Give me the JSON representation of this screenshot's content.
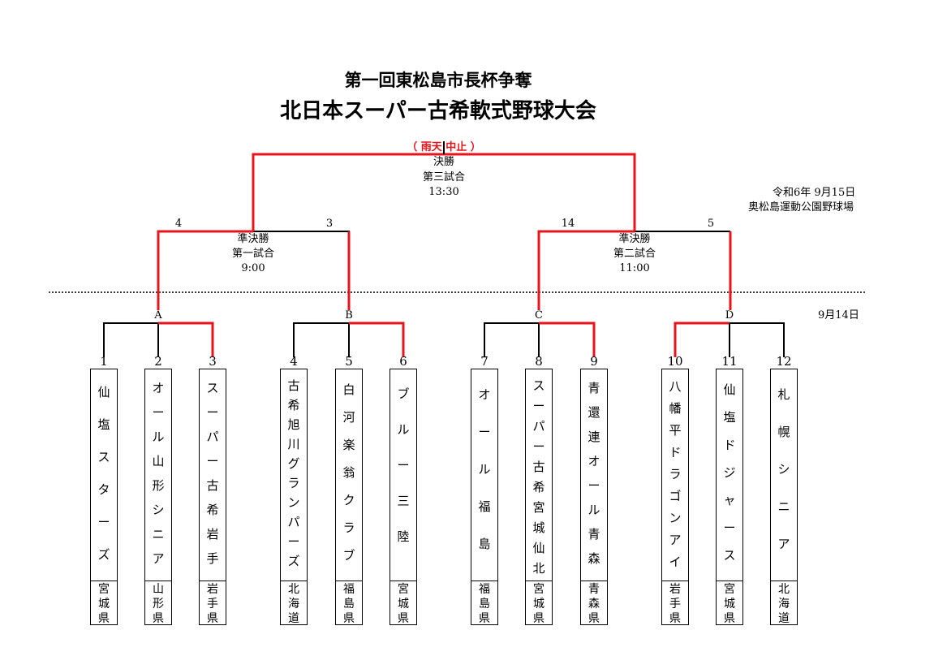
{
  "title_line1": "第一回東松島市長杯争奪",
  "title_line2": "北日本スーパー古希軟式野球大会",
  "final": {
    "status": "（ 雨天 中止 ）",
    "label": "決勝",
    "game": "第三試合",
    "time": "13:30"
  },
  "semi1": {
    "label": "準決勝",
    "game": "第一試合",
    "time": "9:00",
    "score_left": "4",
    "score_right": "3"
  },
  "semi2": {
    "label": "準決勝",
    "game": "第二試合",
    "time": "11:00",
    "score_left": "14",
    "score_right": "5"
  },
  "day2": {
    "date": "令和6年 9月15日",
    "venue": "奥松島運動公園野球場"
  },
  "day1": {
    "date": "9月14日"
  },
  "groups": [
    "A",
    "B",
    "C",
    "D"
  ],
  "teams": [
    {
      "num": "1",
      "name": "仙塩スターズ",
      "pref": "宮城県"
    },
    {
      "num": "2",
      "name": "オール山形シニア",
      "pref": "山形県"
    },
    {
      "num": "3",
      "name": "スーパー古希岩手",
      "pref": "岩手県"
    },
    {
      "num": "4",
      "name": "古希旭川グランパーズ",
      "pref": "北海道"
    },
    {
      "num": "5",
      "name": "白河楽翁クラブ",
      "pref": "福島県"
    },
    {
      "num": "6",
      "name": "ブルー三陸",
      "pref": "宮城県"
    },
    {
      "num": "7",
      "name": "オール福島",
      "pref": "福島県"
    },
    {
      "num": "8",
      "name": "スーパー古希宮城仙北",
      "pref": "宮城県"
    },
    {
      "num": "9",
      "name": "青還連オール青森",
      "pref": "青森県"
    },
    {
      "num": "10",
      "name": "八幡平ドラゴンアイ",
      "pref": "岩手県"
    },
    {
      "num": "11",
      "name": "仙塩ドジャース",
      "pref": "宮城県"
    },
    {
      "num": "12",
      "name": "札幌シニア",
      "pref": "北海道"
    }
  ],
  "colors": {
    "winner_line": "#e8141b",
    "line": "#000000"
  }
}
